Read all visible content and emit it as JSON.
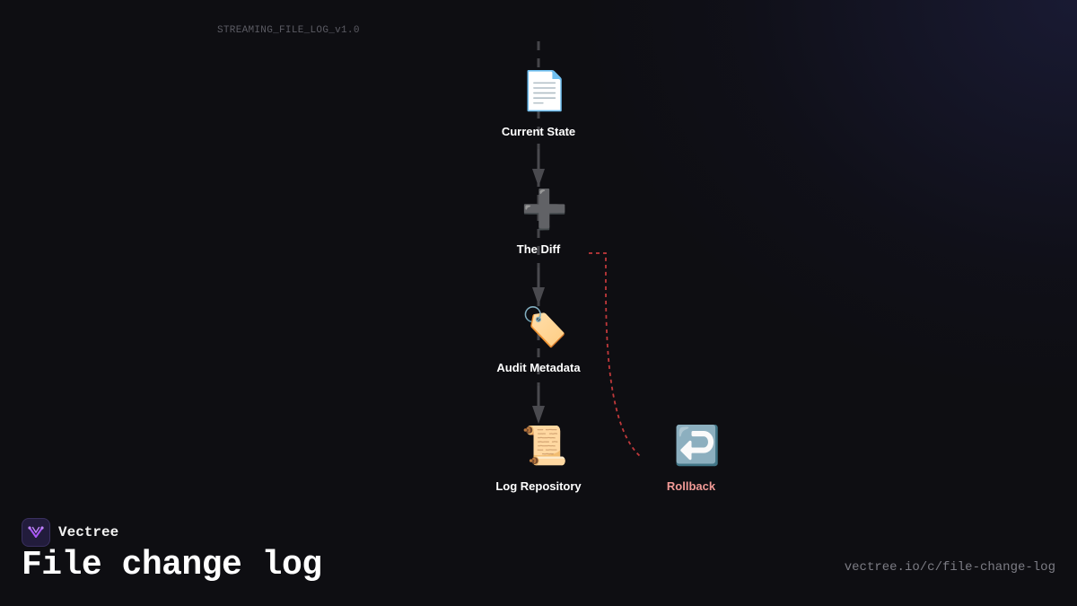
{
  "version_tag": "STREAMING_FILE_LOG_v1.0",
  "colors": {
    "background": "#0e0e12",
    "node_label": "#ffffff",
    "rollback_label": "#f29a96",
    "rollback_line": "#c0393b",
    "main_edge": "#4a4a4f"
  },
  "diagram": {
    "nodes": [
      {
        "id": "current-state",
        "icon": "document-icon",
        "glyph": "📄",
        "label": "Current State"
      },
      {
        "id": "the-diff",
        "icon": "plus-icon",
        "glyph": "➕",
        "label": "The Diff"
      },
      {
        "id": "audit-metadata",
        "icon": "tag-icon",
        "glyph": "🏷️",
        "label": "Audit Metadata"
      },
      {
        "id": "log-repository",
        "icon": "scroll-icon",
        "glyph": "📜",
        "label": "Log Repository"
      },
      {
        "id": "rollback",
        "icon": "return-arrow-icon",
        "glyph": "↩️",
        "label": "Rollback"
      }
    ],
    "edges": [
      {
        "from": "current-state",
        "to": "the-diff",
        "style": "solid-arrow"
      },
      {
        "from": "the-diff",
        "to": "audit-metadata",
        "style": "solid-arrow"
      },
      {
        "from": "audit-metadata",
        "to": "log-repository",
        "style": "solid-arrow"
      },
      {
        "from": "the-diff",
        "to": "rollback",
        "style": "dashed"
      }
    ]
  },
  "brand": {
    "name": "Vectree"
  },
  "title": "File change log",
  "url": "vectree.io/c/file-change-log"
}
